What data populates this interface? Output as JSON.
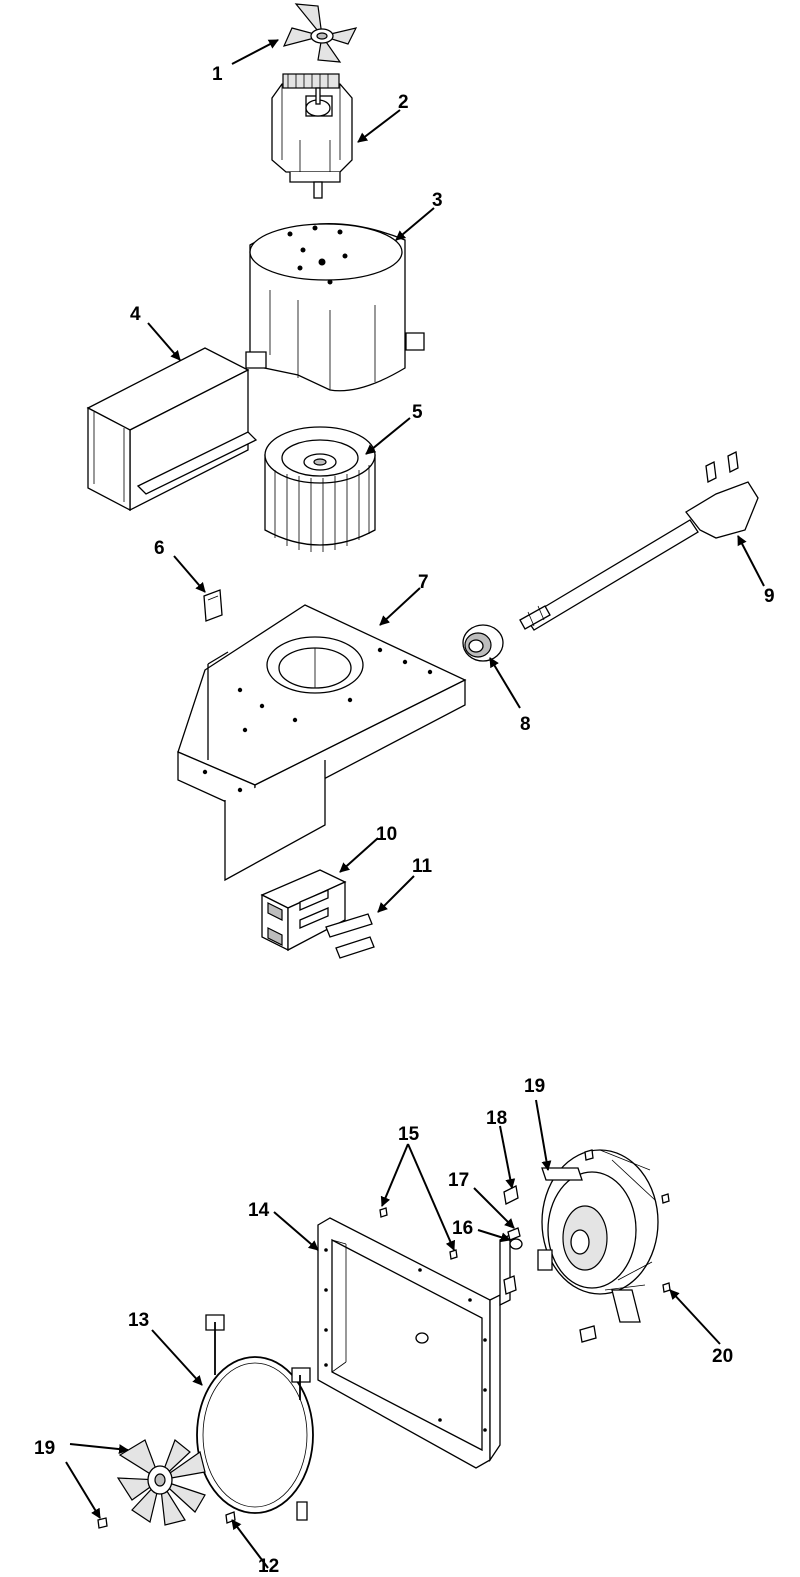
{
  "callouts": [
    {
      "id": "callout-1",
      "text": "1"
    },
    {
      "id": "callout-2",
      "text": "2"
    },
    {
      "id": "callout-3",
      "text": "3"
    },
    {
      "id": "callout-4",
      "text": "4"
    },
    {
      "id": "callout-5",
      "text": "5"
    },
    {
      "id": "callout-6",
      "text": "6"
    },
    {
      "id": "callout-7",
      "text": "7"
    },
    {
      "id": "callout-8",
      "text": "8"
    },
    {
      "id": "callout-9",
      "text": "9"
    },
    {
      "id": "callout-10",
      "text": "10"
    },
    {
      "id": "callout-11",
      "text": "11"
    },
    {
      "id": "callout-12",
      "text": "12"
    },
    {
      "id": "callout-13",
      "text": "13"
    },
    {
      "id": "callout-14",
      "text": "14"
    },
    {
      "id": "callout-15",
      "text": "15"
    },
    {
      "id": "callout-16",
      "text": "16"
    },
    {
      "id": "callout-17",
      "text": "17"
    },
    {
      "id": "callout-18",
      "text": "18"
    },
    {
      "id": "callout-19a",
      "text": "19"
    },
    {
      "id": "callout-19b",
      "text": "19"
    },
    {
      "id": "callout-20",
      "text": "20"
    }
  ],
  "colors": {
    "ink": "#000000",
    "paper": "#ffffff",
    "shade": "#bdbdbd"
  }
}
